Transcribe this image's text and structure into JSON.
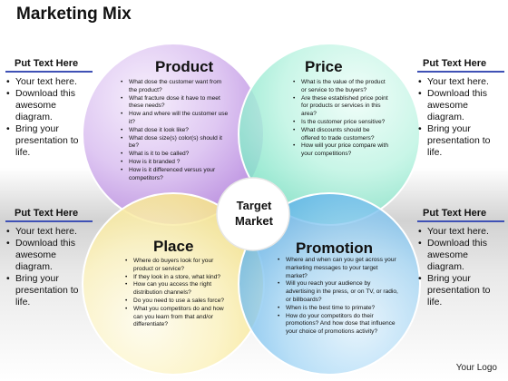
{
  "title": "Marketing Mix",
  "side_panels": {
    "top_left": {
      "heading": "Put Text Here",
      "items": [
        "Your text here.",
        "Download this awesome diagram.",
        "Bring your presentation to life."
      ]
    },
    "top_right": {
      "heading": "Put Text Here",
      "items": [
        "Your text here.",
        "Download this awesome diagram.",
        "Bring your presentation to life."
      ]
    },
    "bottom_left": {
      "heading": "Put Text Here",
      "items": [
        "Your text here.",
        "Download this awesome diagram.",
        "Bring your presentation to life."
      ]
    },
    "bottom_right": {
      "heading": "Put Text Here",
      "items": [
        "Your text here.",
        "Download this awesome diagram.",
        "Bring your presentation to life."
      ]
    }
  },
  "quadrants": {
    "product": {
      "title": "Product",
      "color": "#c9a5e6",
      "items": [
        "What dose the customer want from the product?",
        "What fracture dose it have to meet these needs?",
        "How and where will the customer use it?",
        "What dose it look like?",
        "What dose size(s) color(s) should it be?",
        "What is it to be called?",
        "How is it branded ?",
        "How is it differenced versus your competitors?"
      ]
    },
    "price": {
      "title": "Price",
      "color": "#a3ecd6",
      "items": [
        "What is the value of the product or service to the buyers?",
        "Are these established price point for products or services in this area?",
        "Is the customer price sensitive?",
        "What discounts should be offered to trade customers?",
        "How will your price compare with your competitions?"
      ]
    },
    "place": {
      "title": "Place",
      "color": "#fbefa6",
      "items": [
        "Where do buyers look for your product or service?",
        "If they look in a store, what kind?",
        "How can you access the right distribution channels?",
        "Do you need  to use a sales force?",
        "What you competitors do and how can you learn from that and/or differentiate?"
      ]
    },
    "promotion": {
      "title": "Promotion",
      "color": "#84c6f0",
      "items": [
        "Where and when can you get across your marketing messages to your target market?",
        "Will you reach your audience by advertising in the press, or on TV, or radio, or billboards?",
        "When is the best time to primate?",
        "How do your competitors do their promotions? And how dose that influence your choice of promotions activity?"
      ]
    }
  },
  "center": {
    "line1": "Target",
    "line2": "Market"
  },
  "footer": "Your Logo"
}
